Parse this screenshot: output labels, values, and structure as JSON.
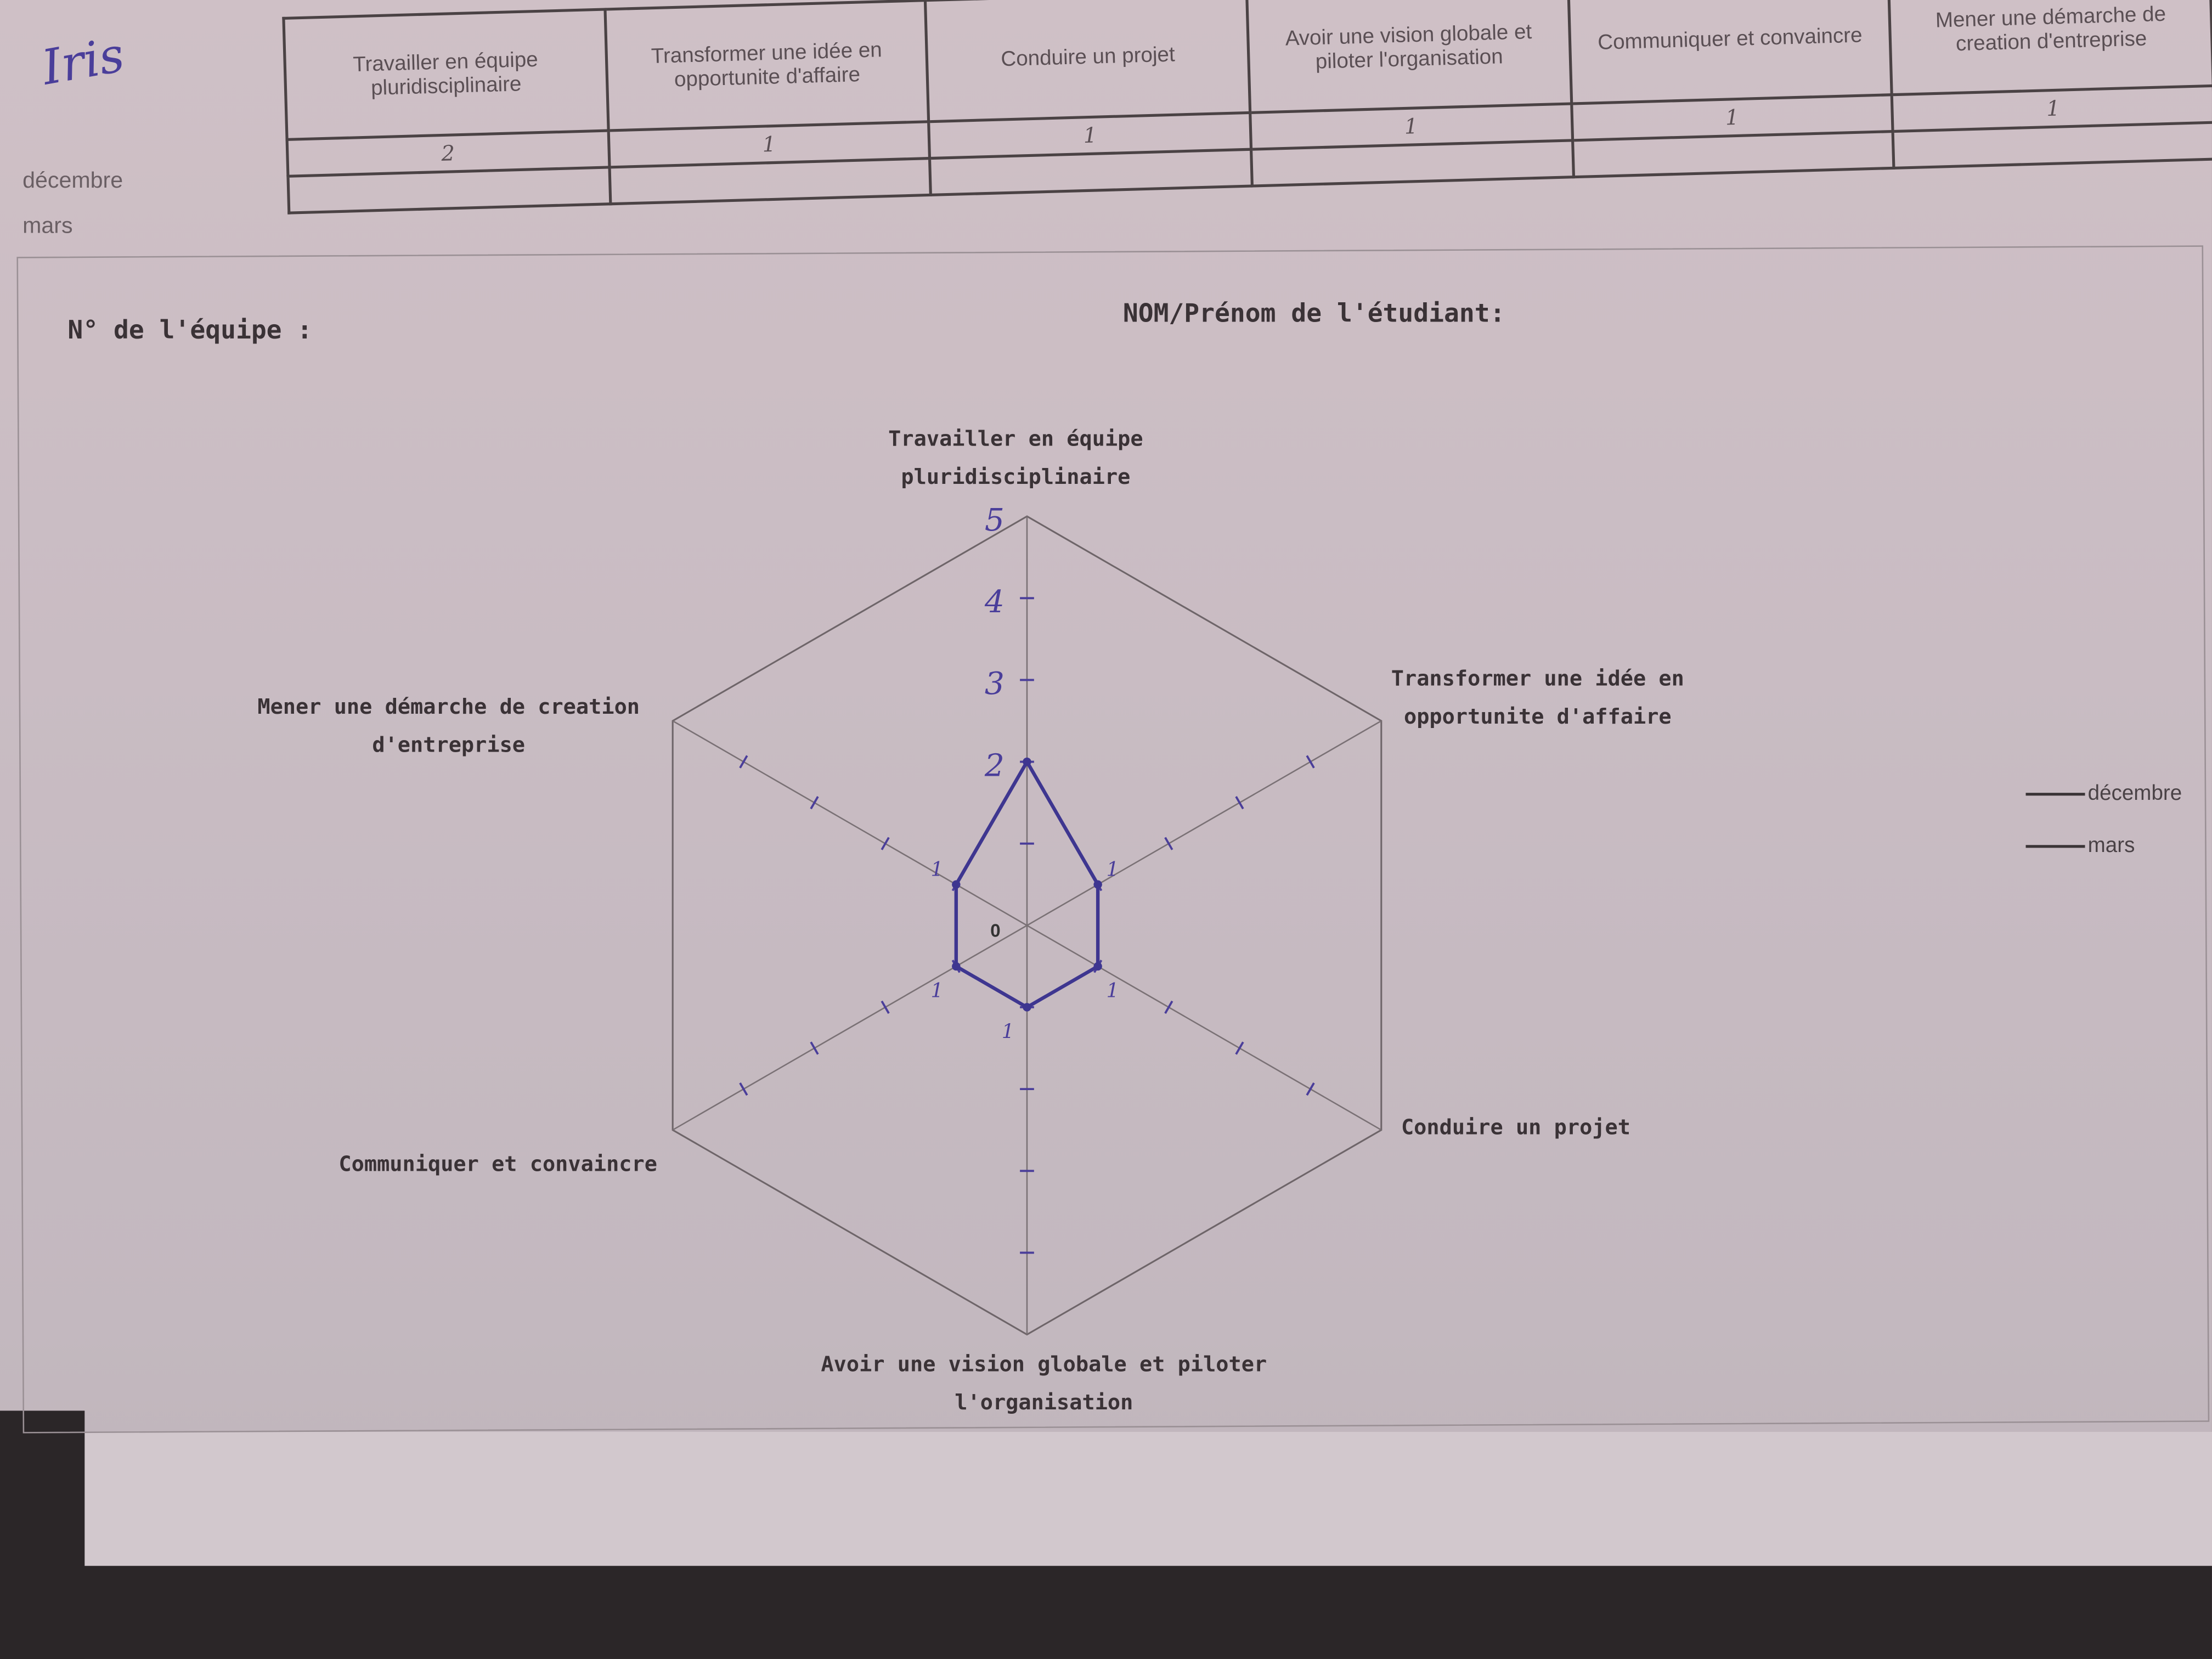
{
  "student_name_handwritten": "Iris",
  "score_table": {
    "headers": [
      "Travailler en équipe pluridisciplinaire",
      "Transformer une idée en opportunite d'affaire",
      "Conduire un projet",
      "Avoir une vision globale et piloter l'organisation",
      "Communiquer et convaincre",
      "Mener une démarche de creation d'entreprise"
    ],
    "rows": [
      {
        "label": "décembre",
        "values": [
          "2",
          "1",
          "1",
          "1",
          "1",
          "1"
        ]
      },
      {
        "label": "mars",
        "values": [
          "",
          "",
          "",
          "",
          "",
          ""
        ]
      }
    ]
  },
  "form": {
    "team_label": "N° de l'équipe :",
    "student_label": "NOM/Prénom de l'étudiant:"
  },
  "chart_data": {
    "type": "radar",
    "axes": [
      "Travailler en équipe pluridisciplinaire",
      "Transformer une idée en opportunite d'affaire",
      "Conduire un projet",
      "Avoir une vision globale et piloter l'organisation",
      "Communiquer et convaincre",
      "Mener une démarche de creation d'entreprise"
    ],
    "axis_labels": [
      [
        "Travailler en équipe",
        "pluridisciplinaire"
      ],
      [
        "Transformer une idée en",
        "opportunite d'affaire"
      ],
      [
        "Conduire un projet"
      ],
      [
        "Avoir une vision globale et piloter",
        "l'organisation"
      ],
      [
        "Communiquer et convaincre"
      ],
      [
        "Mener une démarche de creation",
        "d'entreprise"
      ]
    ],
    "range": [
      0,
      5
    ],
    "center_label": "0",
    "handwritten_scale_labels": [
      "2",
      "3",
      "4",
      "5"
    ],
    "handwritten_point_labels": [
      "1",
      "1",
      "1",
      "1",
      "1"
    ],
    "series": [
      {
        "name": "décembre",
        "values": [
          2,
          1,
          1,
          1,
          1,
          1
        ],
        "color": "#3e3690"
      },
      {
        "name": "mars",
        "values": [],
        "color": "#3a3436"
      }
    ],
    "legend": [
      "décembre",
      "mars"
    ],
    "legend_position": "right"
  }
}
